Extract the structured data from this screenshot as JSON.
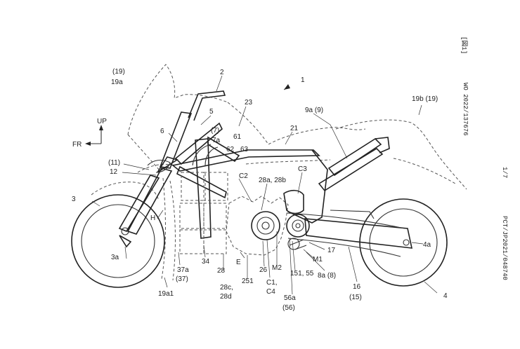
{
  "header": {
    "pub_no": "WO 2022/137676",
    "fig_label": "[図1]",
    "page_no": "1/7",
    "app_no": "PCT/JP2021/048740"
  },
  "direction": {
    "up": "UP",
    "front": "FR"
  },
  "labels": {
    "l1": "1",
    "l2": "2",
    "l3": "3",
    "l4": "4",
    "l4a": "4a",
    "l5": "5",
    "l6": "6",
    "l7": "(7)",
    "l7a": "7a",
    "l9a": "9a (9)",
    "l11": "(11)",
    "l12": "12",
    "l16": "16",
    "l15": "(15)",
    "l17": "17",
    "l19": "(19)",
    "l19a": "19a",
    "l19a1": "19a1",
    "l19b": "19b (19)",
    "l21": "21",
    "l23": "23",
    "l26": "26",
    "l28": "28",
    "l28ab": "28a, 28b",
    "l28c": "28c,",
    "l28d": "28d",
    "l34": "34",
    "l37a": "37a",
    "l37": "(37)",
    "l61": "61",
    "l62": "62",
    "l63": "63",
    "l151": "151, 55",
    "l251": "251",
    "l56a": "56a",
    "l56": "(56)",
    "l8a": "8a (8)",
    "l3a": "3a",
    "lC1": "C1,",
    "lC4": "C4",
    "lC2": "C2",
    "lC3": "C3",
    "lM1": "M1",
    "lM2": "M2",
    "lE": "E",
    "lH": "H"
  }
}
